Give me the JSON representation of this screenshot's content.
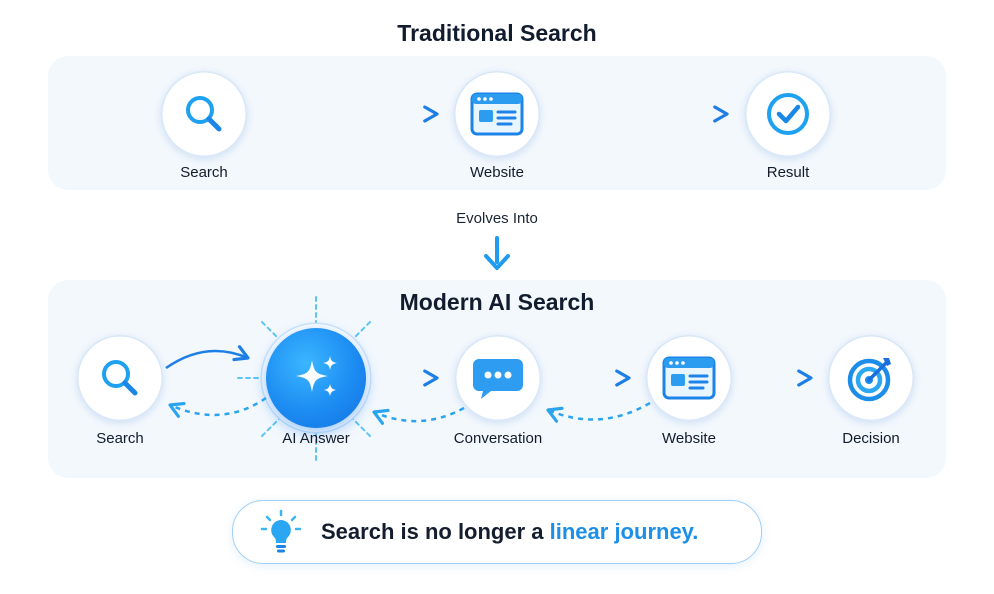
{
  "traditional": {
    "title": "Traditional Search",
    "steps": [
      {
        "label": "Search",
        "icon": "search-icon"
      },
      {
        "label": "Website",
        "icon": "browser-window-icon"
      },
      {
        "label": "Result",
        "icon": "check-circle-icon"
      }
    ]
  },
  "transition": {
    "label": "Evolves Into",
    "icon": "arrow-down-icon"
  },
  "modern": {
    "title": "Modern AI Search",
    "steps": [
      {
        "label": "Search",
        "icon": "search-icon"
      },
      {
        "label": "AI Answer",
        "icon": "sparkles-icon"
      },
      {
        "label": "Conversation",
        "icon": "chat-bubble-icon"
      },
      {
        "label": "Website",
        "icon": "browser-window-icon"
      },
      {
        "label": "Decision",
        "icon": "target-icon"
      }
    ]
  },
  "callout": {
    "text_prefix": "Search is no longer a ",
    "text_highlight": "linear journey.",
    "icon": "lightbulb-icon"
  },
  "colors": {
    "accent": "#1d8fe8",
    "panel": "#f3f8fd",
    "text": "#111c2e"
  }
}
